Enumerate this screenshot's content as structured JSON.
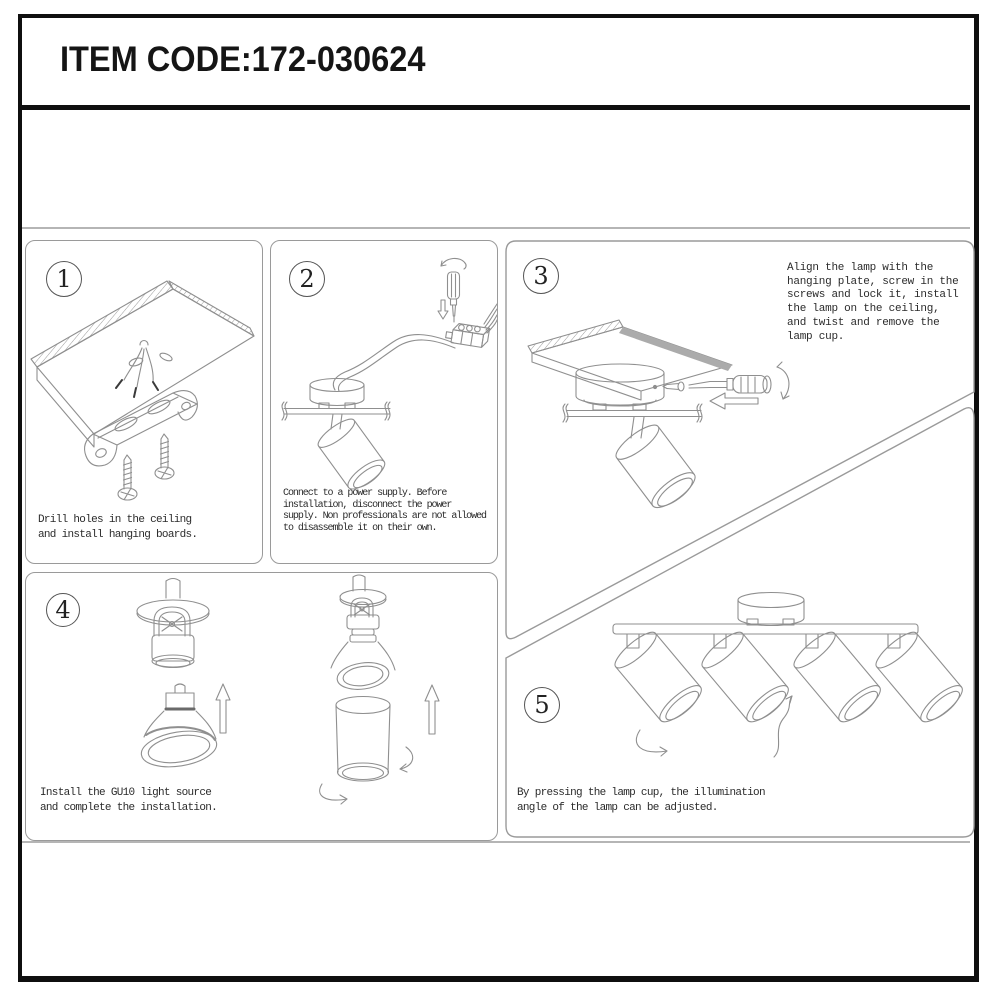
{
  "header": {
    "item_code": "ITEM CODE:172-030624"
  },
  "steps": {
    "s1": {
      "number": "1",
      "caption": "Drill holes in the ceiling\nand install hanging boards."
    },
    "s2": {
      "number": "2",
      "caption": "Connect to a power supply. Before\ninstallation, disconnect the power\nsupply. Non professionals are not allowed\nto disassemble it on their own."
    },
    "s3": {
      "number": "3",
      "caption": "Align the lamp with the\nhanging plate, screw in the\nscrews and lock it, install\nthe lamp on the ceiling,\nand twist and remove the\nlamp cup."
    },
    "s4": {
      "number": "4",
      "caption": "Install the GU10 light source\nand complete the installation."
    },
    "s5": {
      "number": "5",
      "caption": "By pressing the lamp cup, the illumination\nangle of the lamp can be adjusted."
    }
  },
  "colors": {
    "frame": "#0f0f0f",
    "panel_border": "#9a9a9a",
    "line_art": "#8f8f8f",
    "text": "#2b2b2b",
    "divider_gray": "#b5b5b5"
  }
}
